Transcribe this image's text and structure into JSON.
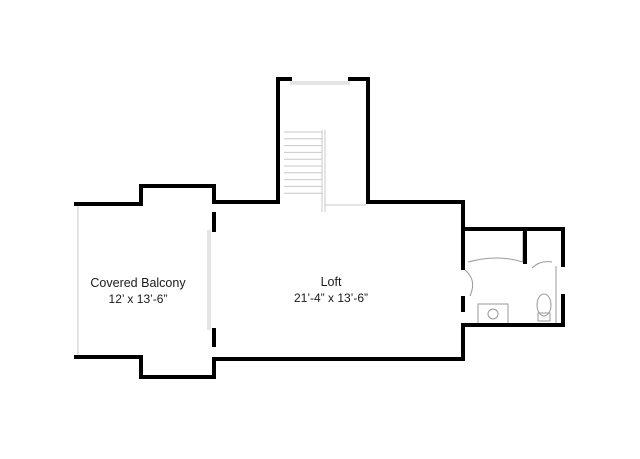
{
  "rooms": {
    "balcony": {
      "name": "Covered Balcony",
      "dimensions": "12’ x 13’-6”"
    },
    "loft": {
      "name": "Loft",
      "dimensions": "21’-4” x 13’-6”"
    }
  },
  "colors": {
    "wall": "#000000",
    "background": "#ffffff",
    "fixture": "#9a9a9a"
  }
}
